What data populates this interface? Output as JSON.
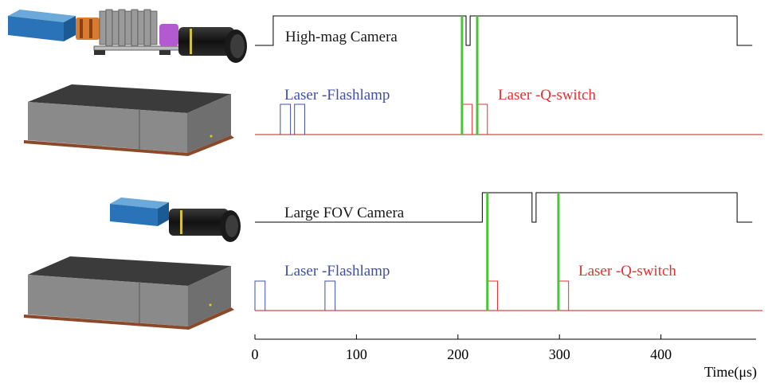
{
  "chart_data": {
    "type": "timing-diagram",
    "x_unit_label": "Time(μs)",
    "xlim": [
      0,
      500
    ],
    "x_ticks": [
      0,
      100,
      200,
      300,
      400
    ],
    "colors": {
      "camera": "#000000",
      "flashlamp": "#3f4fa8",
      "qswitch": "#e23232",
      "baseline": "#c21e1e",
      "sync_marker": "#4cc23a"
    },
    "panels": [
      {
        "camera_label": "High-mag Camera",
        "flashlamp_label": "Laser -Flashlamp",
        "qswitch_label": "Laser -Q-switch",
        "camera_trace": [
          [
            0,
            "low"
          ],
          [
            18,
            "high"
          ],
          [
            208,
            "low"
          ],
          [
            212,
            "high"
          ],
          [
            475,
            "low"
          ],
          [
            490,
            "low"
          ]
        ],
        "flashlamp_pulses": [
          [
            25,
            35
          ],
          [
            39,
            49
          ]
        ],
        "qswitch_pulses": [
          [
            204,
            214
          ],
          [
            219,
            229
          ]
        ],
        "sync_lines": [
          204,
          219
        ]
      },
      {
        "camera_label": "Large FOV Camera",
        "flashlamp_label": "Laser -Flashlamp",
        "qswitch_label": "Laser -Q-switch",
        "camera_trace": [
          [
            0,
            "low"
          ],
          [
            224,
            "high"
          ],
          [
            273,
            "low"
          ],
          [
            277,
            "high"
          ],
          [
            475,
            "low"
          ],
          [
            490,
            "low"
          ]
        ],
        "flashlamp_pulses": [
          [
            0,
            10
          ],
          [
            69,
            79
          ]
        ],
        "qswitch_pulses": [
          [
            229,
            239
          ],
          [
            299,
            309
          ]
        ],
        "sync_lines": [
          229,
          299
        ]
      }
    ]
  },
  "illustrations": {
    "top": [
      "high-mag-camera-assembly",
      "laser-housing"
    ],
    "bottom": [
      "large-fov-camera",
      "laser-housing"
    ]
  }
}
